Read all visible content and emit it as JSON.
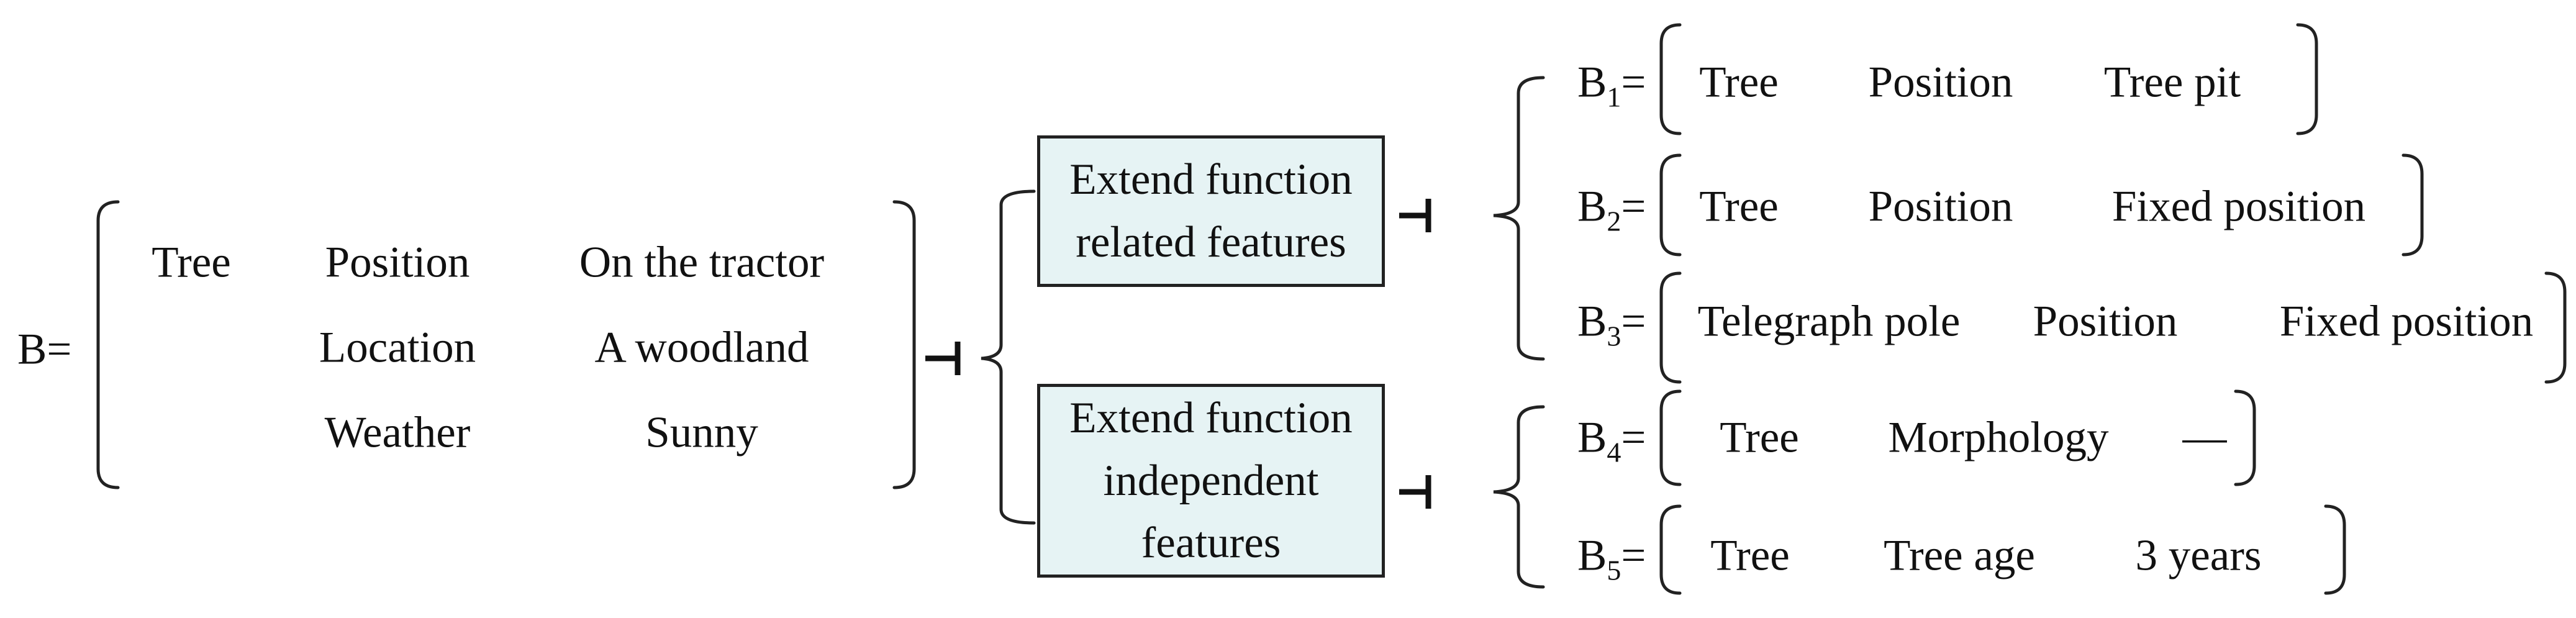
{
  "root": {
    "name": "B=",
    "rows": [
      [
        "Tree",
        "Position",
        "On the tractor"
      ],
      [
        "",
        "Location",
        "A woodland"
      ],
      [
        "",
        "Weather",
        "Sunny"
      ]
    ]
  },
  "groups": [
    {
      "lines": [
        "Extend function",
        "related features"
      ]
    },
    {
      "lines": [
        "Extend function",
        "independent",
        "features"
      ]
    }
  ],
  "items": [
    {
      "base": "B",
      "sub": "1",
      "eq": "=",
      "cells": [
        "Tree",
        "Position",
        "Tree pit"
      ]
    },
    {
      "base": "B",
      "sub": "2",
      "eq": "=",
      "cells": [
        "Tree",
        "Position",
        "Fixed position"
      ]
    },
    {
      "base": "B",
      "sub": "3",
      "eq": "=",
      "cells": [
        "Telegraph pole",
        "Position",
        "Fixed position"
      ]
    },
    {
      "base": "B",
      "sub": "4",
      "eq": "=",
      "cells": [
        "Tree",
        "Morphology",
        "—"
      ]
    },
    {
      "base": "B",
      "sub": "5",
      "eq": "=",
      "cells": [
        "Tree",
        "Tree age",
        "3 years"
      ]
    }
  ],
  "colors": {
    "box_fill": "#e6f3f4",
    "stroke": "#222222"
  }
}
